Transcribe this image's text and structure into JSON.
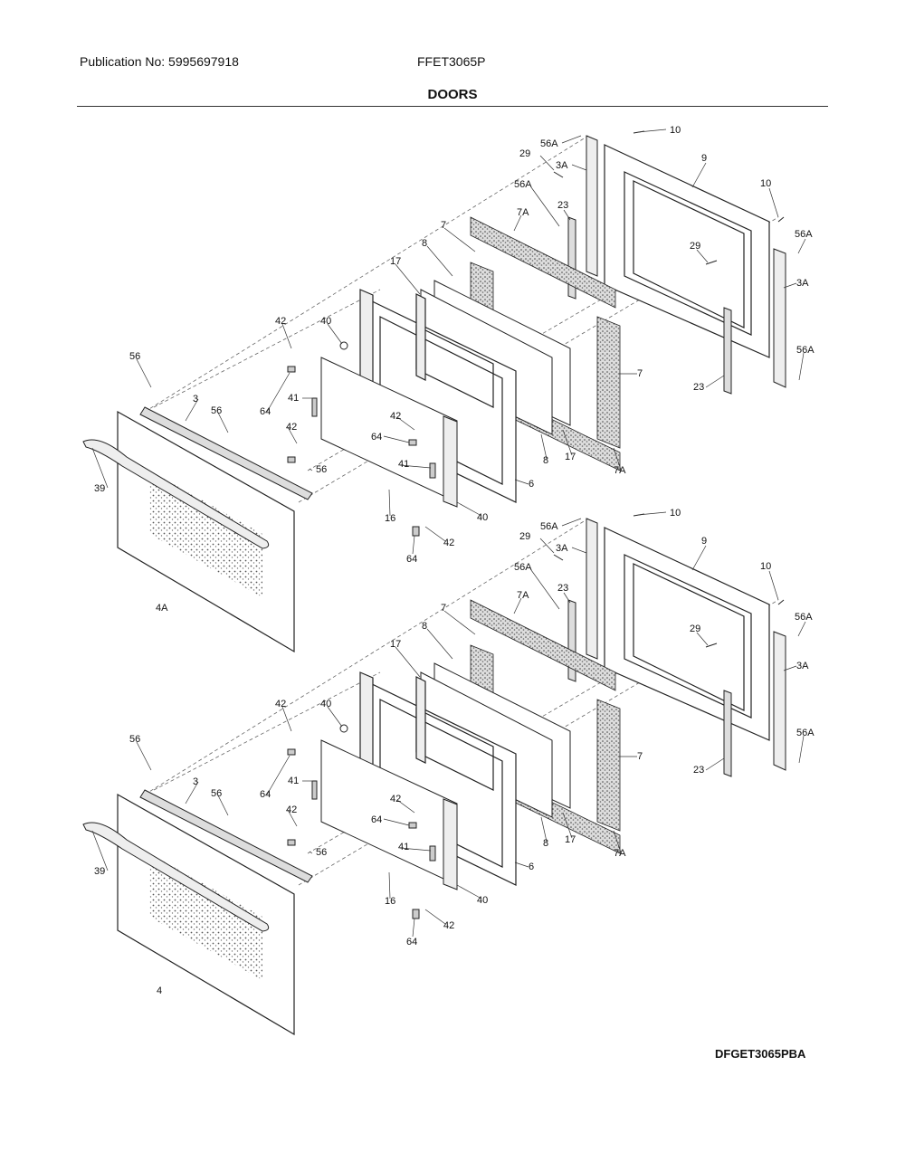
{
  "header": {
    "publication": "Publication No: 5995697918",
    "model": "FFET3065P",
    "title": "DOORS"
  },
  "footer": {
    "diagram_code": "DFGET3065PBA"
  },
  "door_assemblies": [
    {
      "name": "upper-door",
      "callouts": [
        "10",
        "56A",
        "9",
        "29",
        "3A",
        "56A",
        "10",
        "23",
        "7A",
        "7",
        "29",
        "56A",
        "8",
        "3A",
        "17",
        "42",
        "40",
        "56A",
        "56",
        "7",
        "23",
        "3",
        "41",
        "56",
        "64",
        "42",
        "64",
        "42",
        "8",
        "17",
        "7A",
        "41",
        "56",
        "6",
        "39",
        "16",
        "40",
        "42",
        "64",
        "4A"
      ]
    },
    {
      "name": "lower-door",
      "callouts": [
        "10",
        "56A",
        "9",
        "29",
        "3A",
        "56A",
        "10",
        "23",
        "7A",
        "7",
        "29",
        "56A",
        "8",
        "3A",
        "17",
        "42",
        "40",
        "56A",
        "56",
        "7",
        "23",
        "3",
        "41",
        "56",
        "64",
        "42",
        "64",
        "42",
        "8",
        "17",
        "7A",
        "41",
        "56",
        "6",
        "39",
        "16",
        "40",
        "42",
        "64",
        "4"
      ]
    }
  ]
}
